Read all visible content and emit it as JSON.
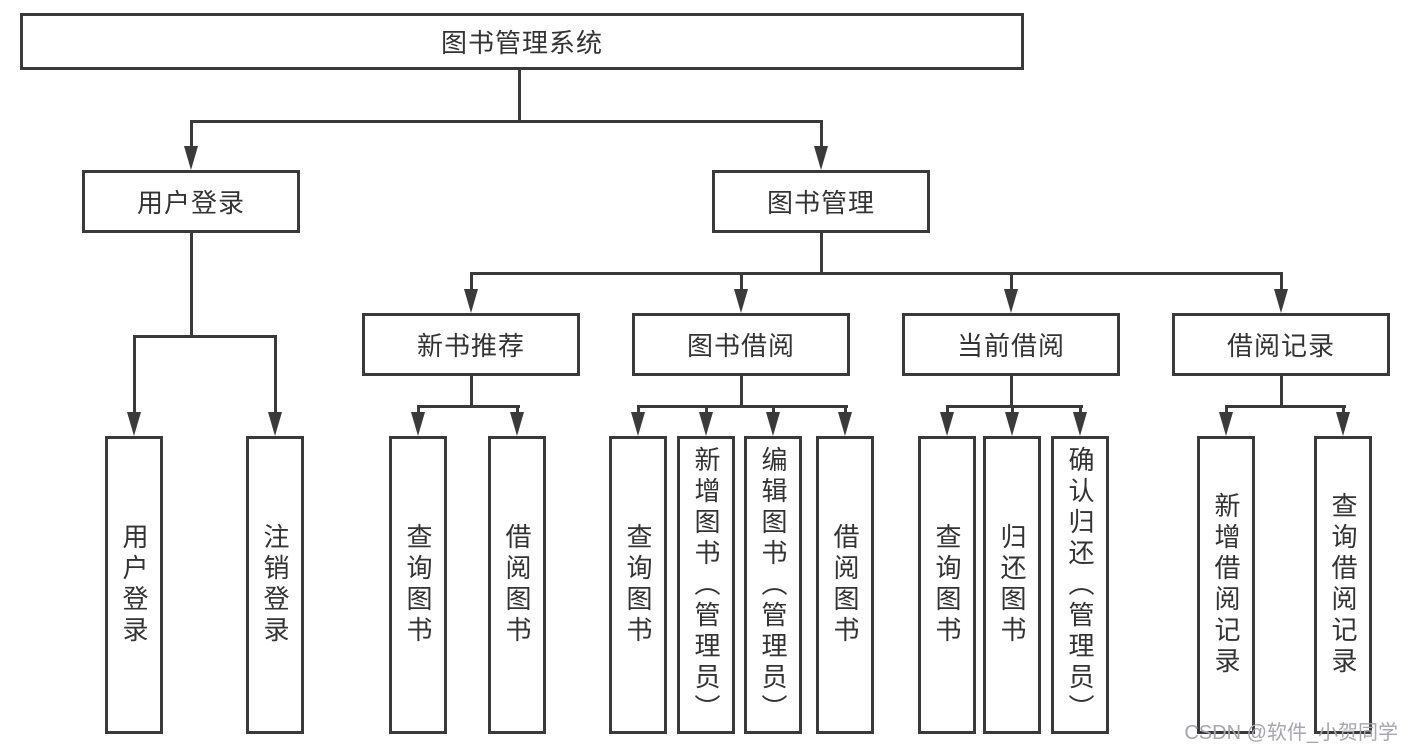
{
  "diagram_title": "图书管理系统",
  "tree": {
    "root": {
      "label": "图书管理系统"
    },
    "children": [
      {
        "label": "用户登录",
        "children": [
          {
            "label": "用户登录"
          },
          {
            "label": "注销登录"
          }
        ]
      },
      {
        "label": "图书管理",
        "children": [
          {
            "label": "新书推荐",
            "children": [
              {
                "label": "查询图书"
              },
              {
                "label": "借阅图书"
              }
            ]
          },
          {
            "label": "图书借阅",
            "children": [
              {
                "label": "查询图书"
              },
              {
                "label": "新增图书（管理员）"
              },
              {
                "label": "编辑图书（管理员）"
              },
              {
                "label": "借阅图书"
              }
            ]
          },
          {
            "label": "当前借阅",
            "children": [
              {
                "label": "查询图书"
              },
              {
                "label": "归还图书"
              },
              {
                "label": "确认归还（管理员）"
              }
            ]
          },
          {
            "label": "借阅记录",
            "children": [
              {
                "label": "新增借阅记录"
              },
              {
                "label": "查询借阅记录"
              }
            ]
          }
        ]
      }
    ]
  },
  "watermark": {
    "text": "CSDN @软件_小贺同学",
    "color": "#a6a6ae"
  },
  "colors": {
    "line": "#3a3a3a",
    "box_border": "#3a3a3a",
    "box_fill": "#ffffff",
    "text": "#333333",
    "background": "#ffffff"
  }
}
